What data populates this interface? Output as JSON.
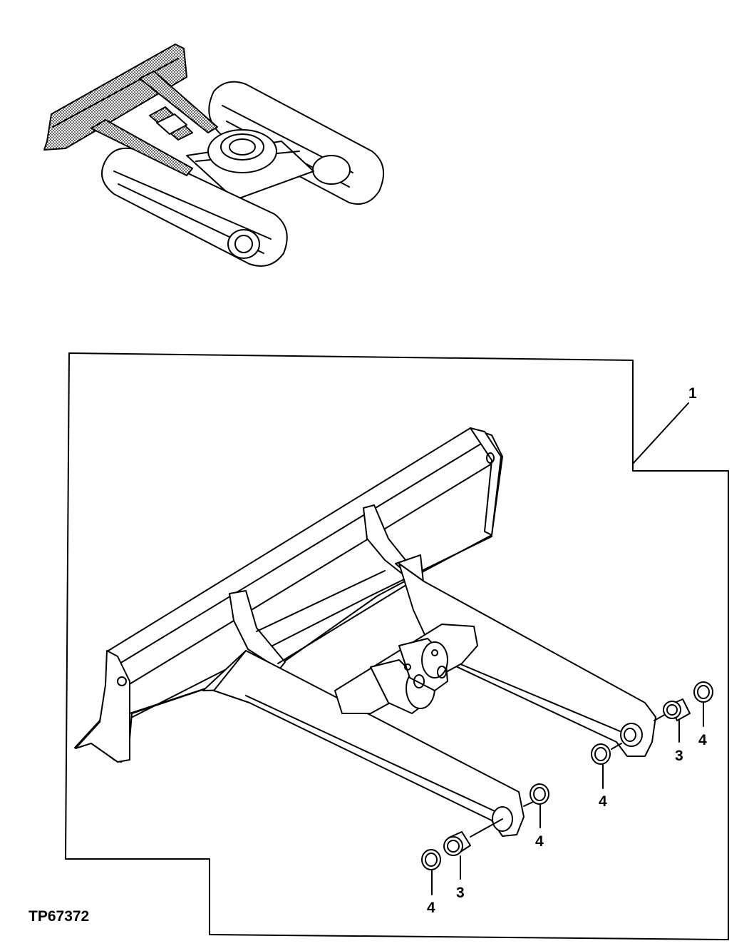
{
  "figure_id": "TP67372",
  "callouts": {
    "item_1": "1",
    "item_3a": "3",
    "item_3b": "3",
    "item_4a": "4",
    "item_4b": "4",
    "item_4c": "4",
    "item_4d": "4"
  }
}
